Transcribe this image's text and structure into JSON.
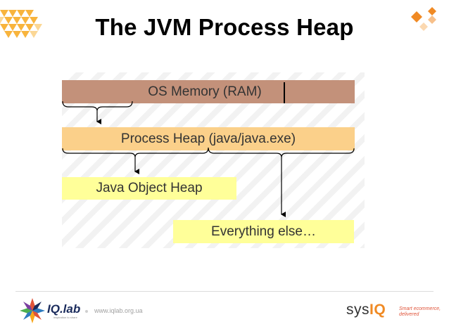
{
  "title": "The JVM Process Heap",
  "diagram": {
    "os_memory": "OS Memory (RAM)",
    "process_heap": "Process Heap (java/java.exe)",
    "java_object_heap": "Java Object Heap",
    "everything_else": "Everything else…"
  },
  "footer": {
    "logo_text": "IQ.lab",
    "logo_tagline": "inspiration to share",
    "url": "www.iqlab.org.ua",
    "brand_sys": "sys",
    "brand_iq": "IQ",
    "tagline_line1": "Smart ecommerce,",
    "tagline_line2": "delivered"
  },
  "colors": {
    "os_memory": "#c3917a",
    "process_heap": "#fbd08a",
    "sub_boxes": "#ffff99",
    "accent": "#f08a24"
  }
}
